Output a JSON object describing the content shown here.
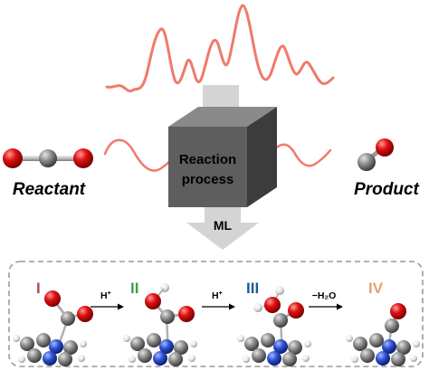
{
  "labels": {
    "reactant": "Reactant",
    "product": "Product",
    "box_line1": "Reaction",
    "box_line2": "process",
    "ml": "ML"
  },
  "steps": [
    {
      "numeral": "I",
      "color": "#b84a4a"
    },
    {
      "numeral": "II",
      "color": "#4a9a4a"
    },
    {
      "numeral": "III",
      "color": "#1f5a9a"
    },
    {
      "numeral": "IV",
      "color": "#e8a070"
    }
  ],
  "arrows": [
    {
      "label": "H",
      "sup": "+"
    },
    {
      "label": "H",
      "sup": "+"
    },
    {
      "label": "−H₂O",
      "sup": ""
    }
  ],
  "colors": {
    "wave": "#f07a6a",
    "oxygen": "#e01010",
    "carbon": "#7a7a7a",
    "nitrogen": "#2b4fd0",
    "hydrogen": "#f2f2f2",
    "cube_front": "#5e5e5e",
    "cube_top": "#8a8a8a",
    "cube_side": "#3c3c3c",
    "arrow_gray": "#d4d4d4"
  }
}
